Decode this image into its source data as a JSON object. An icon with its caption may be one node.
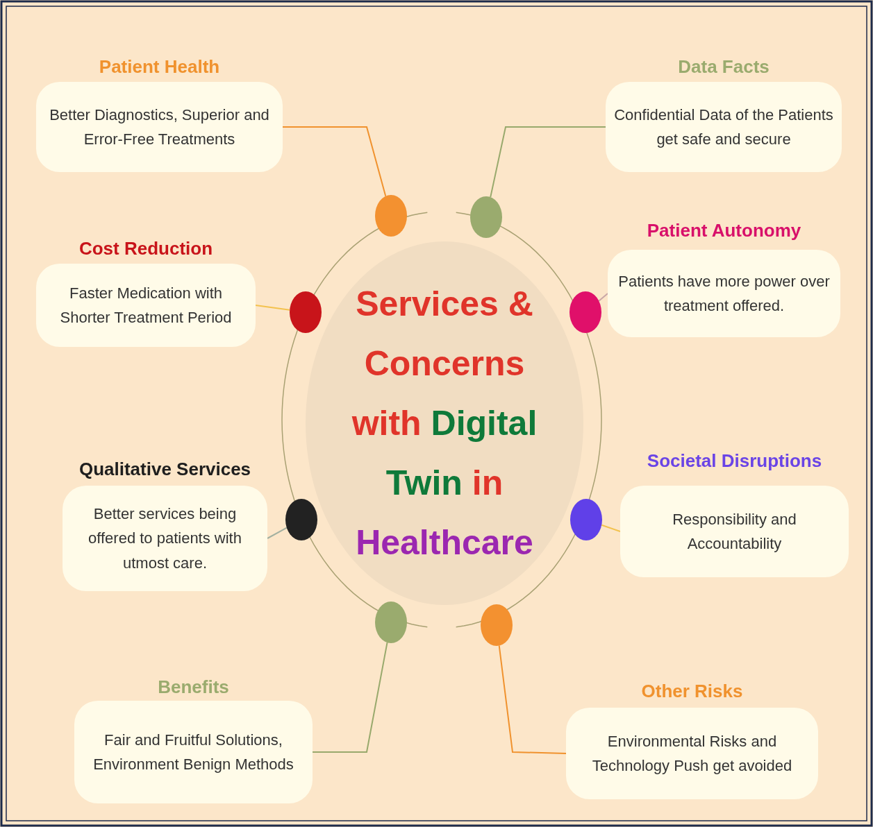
{
  "diagram": {
    "nodes": [
      {
        "text": [
          "Services & Concerns with Digital Twin in Healthcare"
        ]
      },
      {
        "text": [
          "Patient Health",
          "Better Diagnostics, Superior and Error-Free Treatments"
        ]
      },
      {
        "text": [
          "Data Facts",
          "Confidential Data of the Patients get safe and secure"
        ]
      },
      {
        "text": [
          "Cost Reduction",
          "Faster Medication with Shorter Treatment Period"
        ]
      },
      {
        "text": [
          "Patient Autonomy",
          "Patients have more power over treatment offered."
        ]
      },
      {
        "text": [
          "Qualitative Services",
          "Better services being offered to patients with utmost care."
        ]
      },
      {
        "text": [
          "Societal Disruptions",
          "Responsibility and Accountability"
        ]
      },
      {
        "text": [
          "Benefits",
          "Fair and Fruitful Solutions, Environment Benign Methods"
        ]
      },
      {
        "text": [
          "Other Risks",
          "Environmental Risks and Technology Push get avoided"
        ]
      },
      {
        "text": [],
        "shape": "circle"
      },
      {
        "text": [],
        "shape": "circle"
      },
      {
        "text": [],
        "shape": "circle"
      },
      {
        "text": [],
        "shape": "circle"
      },
      {
        "text": [],
        "shape": "circle"
      },
      {
        "text": [],
        "shape": "circle"
      },
      {
        "text": [],
        "shape": "circle"
      },
      {
        "text": [],
        "shape": "circle"
      }
    ],
    "edges": [
      {
        "from": 1,
        "to": 9,
        "arrow": "none",
        "color": "#f0922e"
      },
      {
        "from": 2,
        "to": 10,
        "arrow": "none",
        "color": "#98a96c"
      },
      {
        "from": 3,
        "to": 11,
        "arrow": "none",
        "color": "#f3c24e"
      },
      {
        "from": 4,
        "to": 12,
        "arrow": "none",
        "color": "#c9a6a6"
      },
      {
        "from": 5,
        "to": 13,
        "arrow": "none",
        "color": "#a3b0a0"
      },
      {
        "from": 6,
        "to": 14,
        "arrow": "none",
        "color": "#f3c24e"
      },
      {
        "from": 7,
        "to": 15,
        "arrow": "none",
        "color": "#98a96c"
      },
      {
        "from": 8,
        "to": 16,
        "arrow": "none",
        "color": "#f0922e"
      }
    ]
  }
}
